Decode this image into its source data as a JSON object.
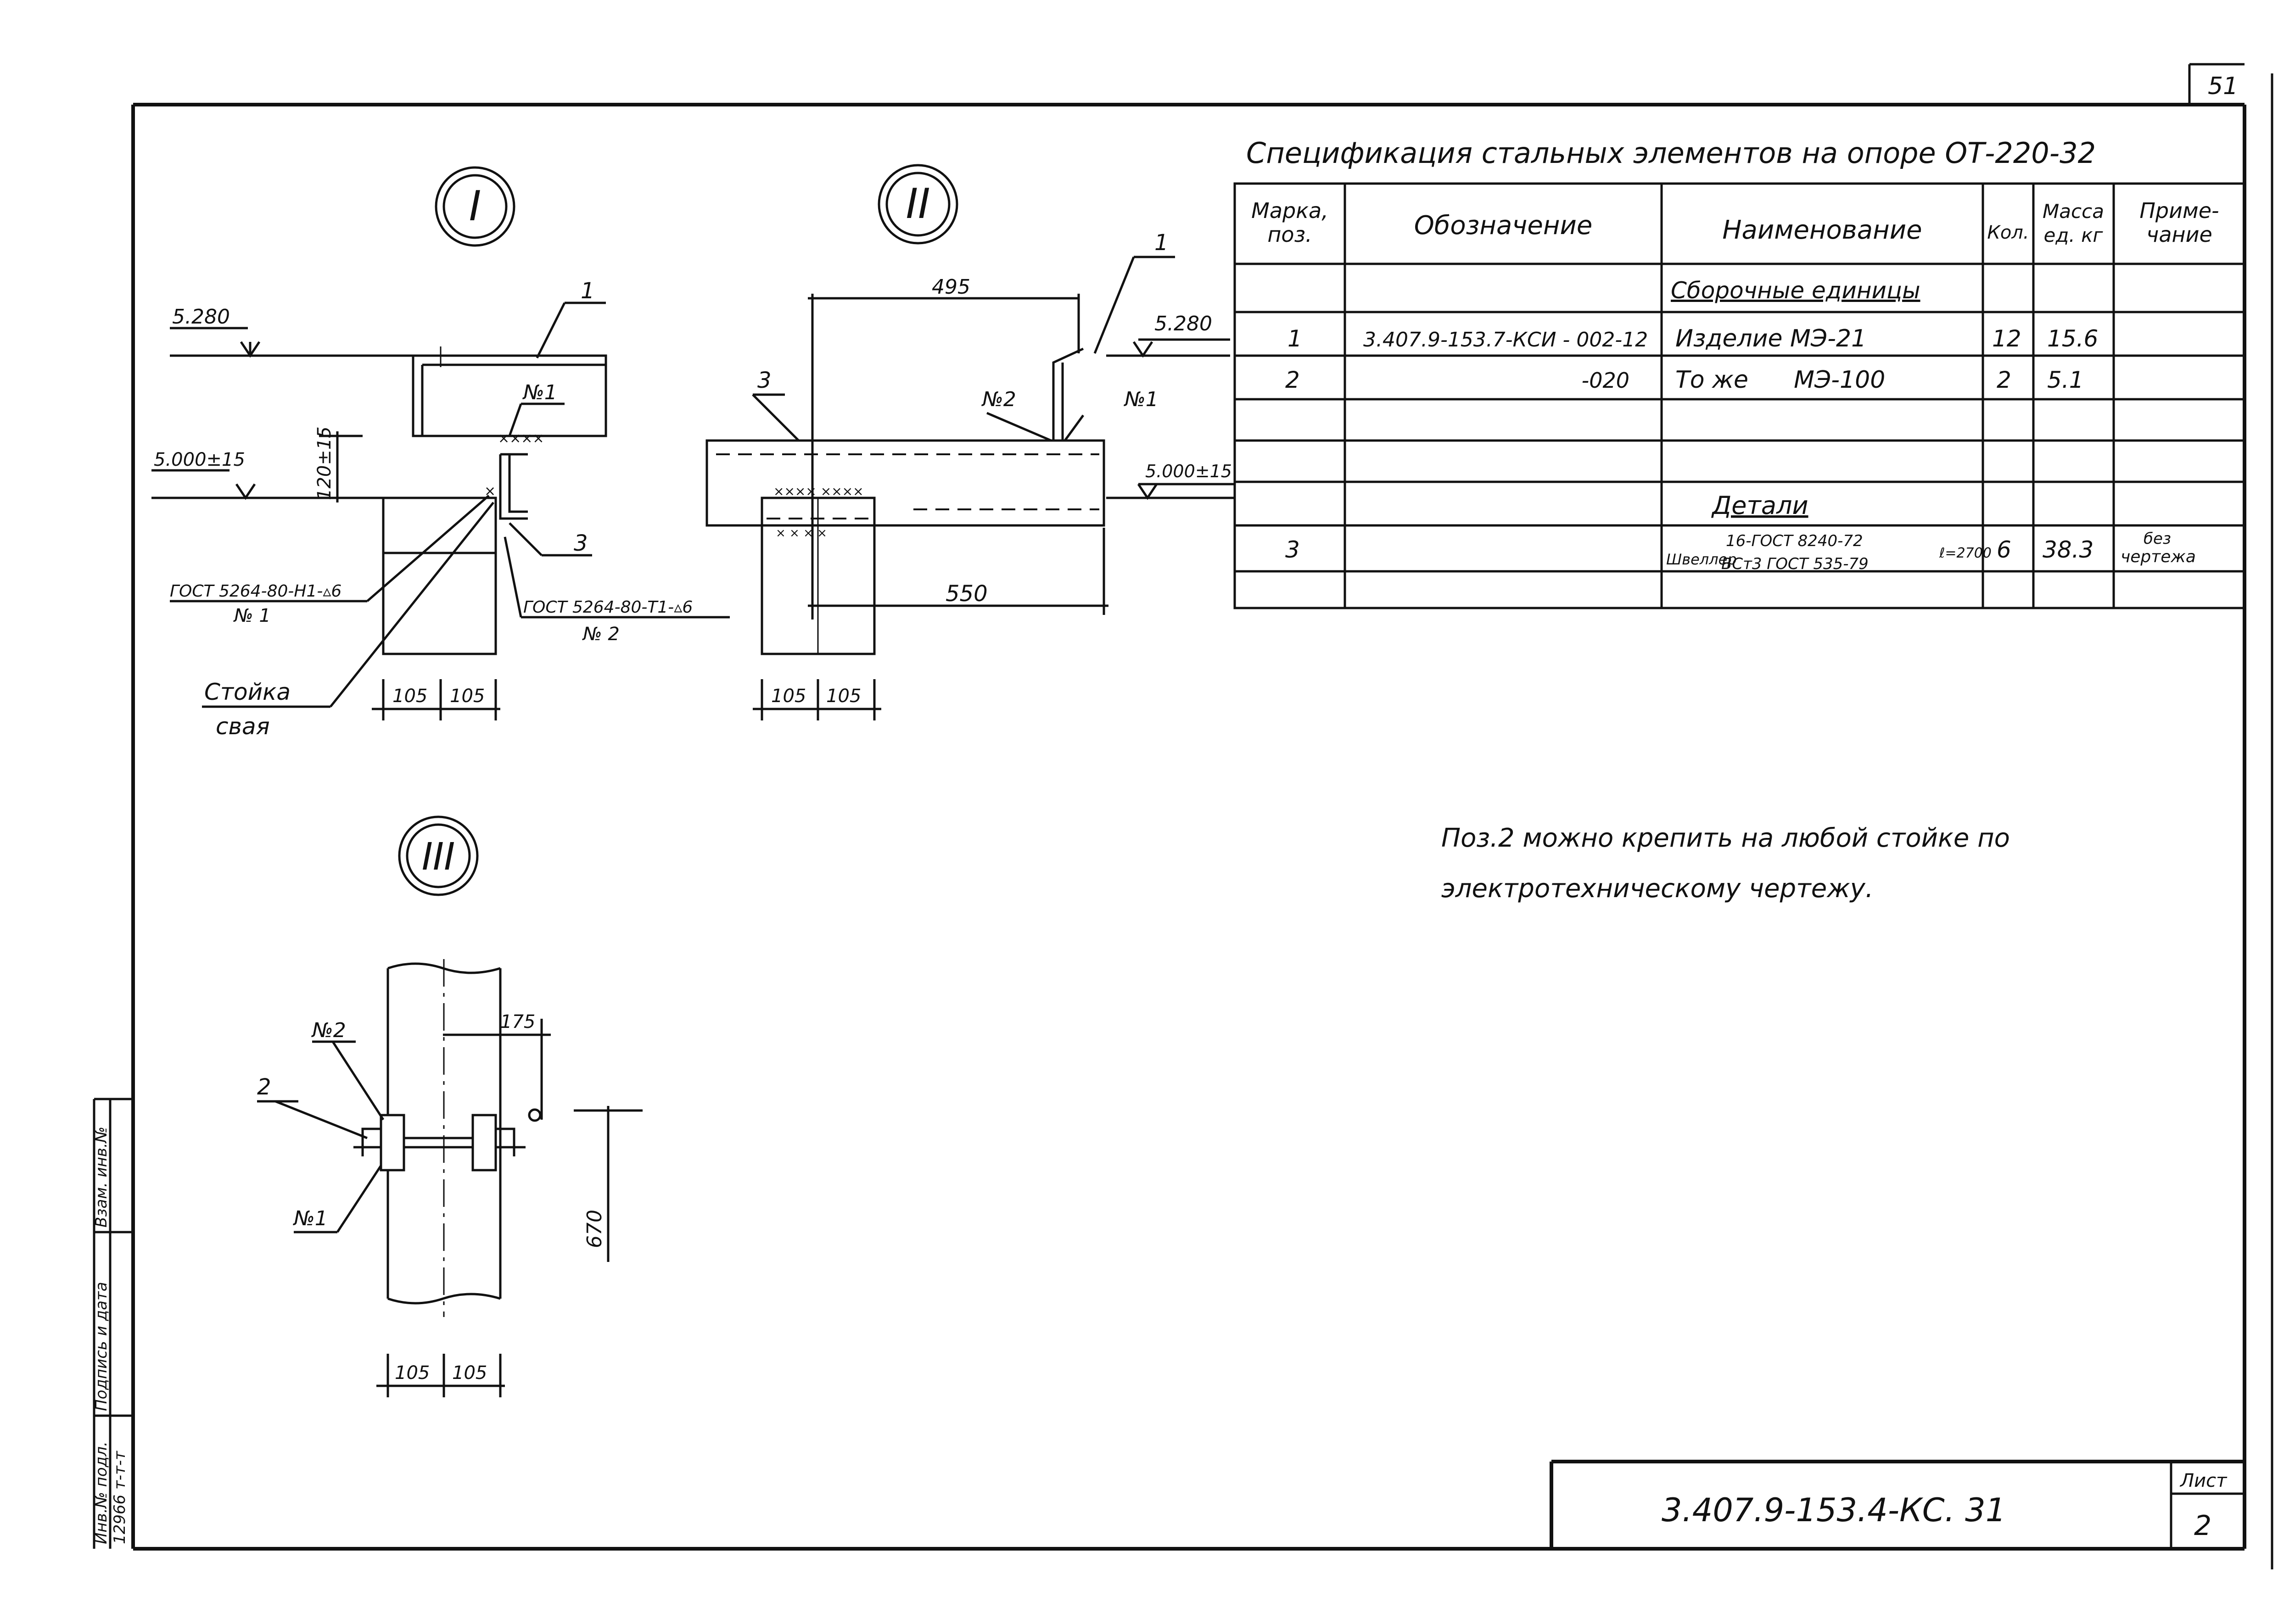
{
  "sheet": {
    "corner_number": "51",
    "title_block_code": "3.407.9-153.4-КС. 31",
    "list_label": "Лист",
    "list_number": "2"
  },
  "left_strip": {
    "inv_podl": "Инв.№ подл.",
    "podpis_data": "Подпись и дата",
    "vzam_inv": "Взам. инв.№",
    "inv_number": "12966 т-т-т"
  },
  "views": {
    "view1_label": "I",
    "view2_label": "II",
    "view3_label": "III"
  },
  "view1": {
    "elev_top": "5.280",
    "elev_bottom": "5.000±15",
    "dim_vertical": "120±15",
    "pos_1": "1",
    "weld_n1": "№1",
    "pos_3": "3",
    "gost_left": "ГОСТ 5264-80-Н1-▵6",
    "gost_left_n": "№ 1",
    "gost_right": "ГОСТ 5264-80-Т1-▵6",
    "gost_right_n": "№ 2",
    "stoika": "Стойка",
    "svaya": "свая",
    "dim_a": "105",
    "dim_b": "105"
  },
  "view2": {
    "dim_top": "495",
    "pos_1": "1",
    "elev_top": "5.280",
    "pos_3": "3",
    "weld_n2": "№2",
    "weld_n1": "№1",
    "elev_bottom": "5.000±15",
    "dim_bottom": "550",
    "dim_a": "105",
    "dim_b": "105"
  },
  "view3": {
    "dim_175": "175",
    "weld_n2": "№2",
    "pos_2": "2",
    "weld_n1": "№1",
    "dim_670": "670",
    "dim_a": "105",
    "dim_b": "105"
  },
  "spec": {
    "title": "Спецификация стальных элементов на опоре ОТ-220-32",
    "headers": {
      "marka": "Марка, поз.",
      "oboznachenie": "Обозначение",
      "naimenovanie": "Наименование",
      "kol": "Кол.",
      "massa": "Масса ед. кг",
      "primechanie": "Приме- чание"
    },
    "section_assembly": "Сборочные единицы",
    "rows": [
      {
        "pos": "1",
        "designation": "3.407.9-153.7-КСИ - 002-12",
        "name": "Изделие  МЭ-21",
        "qty": "12",
        "mass": "15.6",
        "note": ""
      },
      {
        "pos": "2",
        "designation": "-020",
        "name": "То же      МЭ-100",
        "qty": "2",
        "mass": "5.1",
        "note": ""
      }
    ],
    "section_details": "Детали",
    "detail_row": {
      "pos": "3",
      "name_prefix": "Швеллер",
      "name_top": "16-ГОСТ 8240-72",
      "name_bottom": "ВСт3 ГОСТ 535-79",
      "length": "ℓ=2700",
      "qty": "6",
      "mass": "38.3",
      "note_top": "без",
      "note_bottom": "чертежа"
    }
  },
  "note": {
    "line1": "Поз.2 можно крепить на любой стойке по",
    "line2": "электротехническому чертежу."
  }
}
